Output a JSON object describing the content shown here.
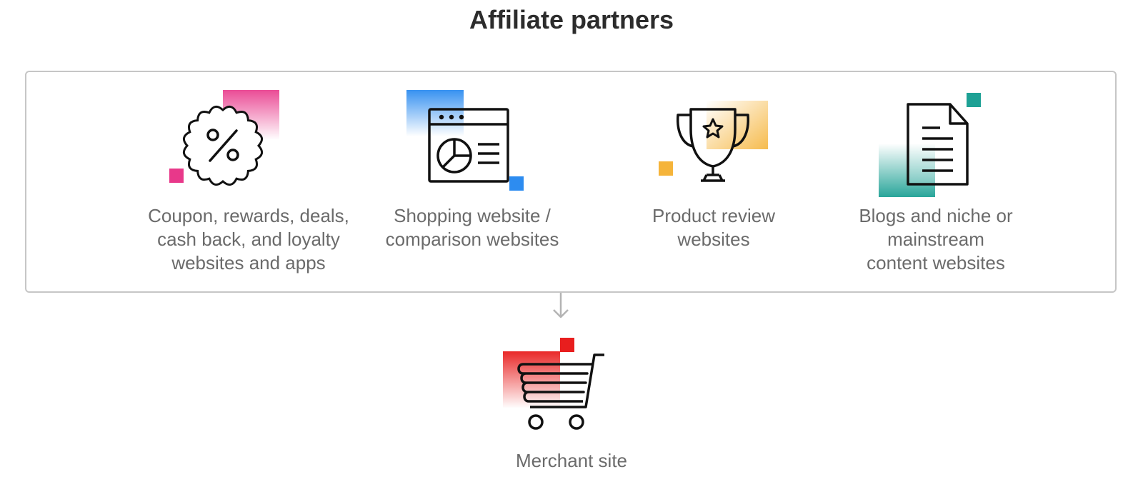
{
  "title": "Affiliate partners",
  "partners": [
    {
      "label": "Coupon, rewards, deals,\ncash back, and loyalty\nwebsites and apps",
      "icon": "coupon-badge-icon",
      "accent": "#e8388a"
    },
    {
      "label": "Shopping website /\ncomparison websites",
      "icon": "browser-chart-icon",
      "accent": "#2d8cf0"
    },
    {
      "label": "Product review\nwebsites",
      "icon": "trophy-icon",
      "accent": "#f5b43a"
    },
    {
      "label": "Blogs and niche or\nmainstream\ncontent websites",
      "icon": "document-icon",
      "accent": "#1ea195"
    }
  ],
  "merchant": {
    "label": "Merchant site",
    "icon": "shopping-cart-icon",
    "accent": "#e81e1e"
  },
  "connector": {
    "icon": "arrow-down-icon",
    "color": "#b4b4b4"
  }
}
